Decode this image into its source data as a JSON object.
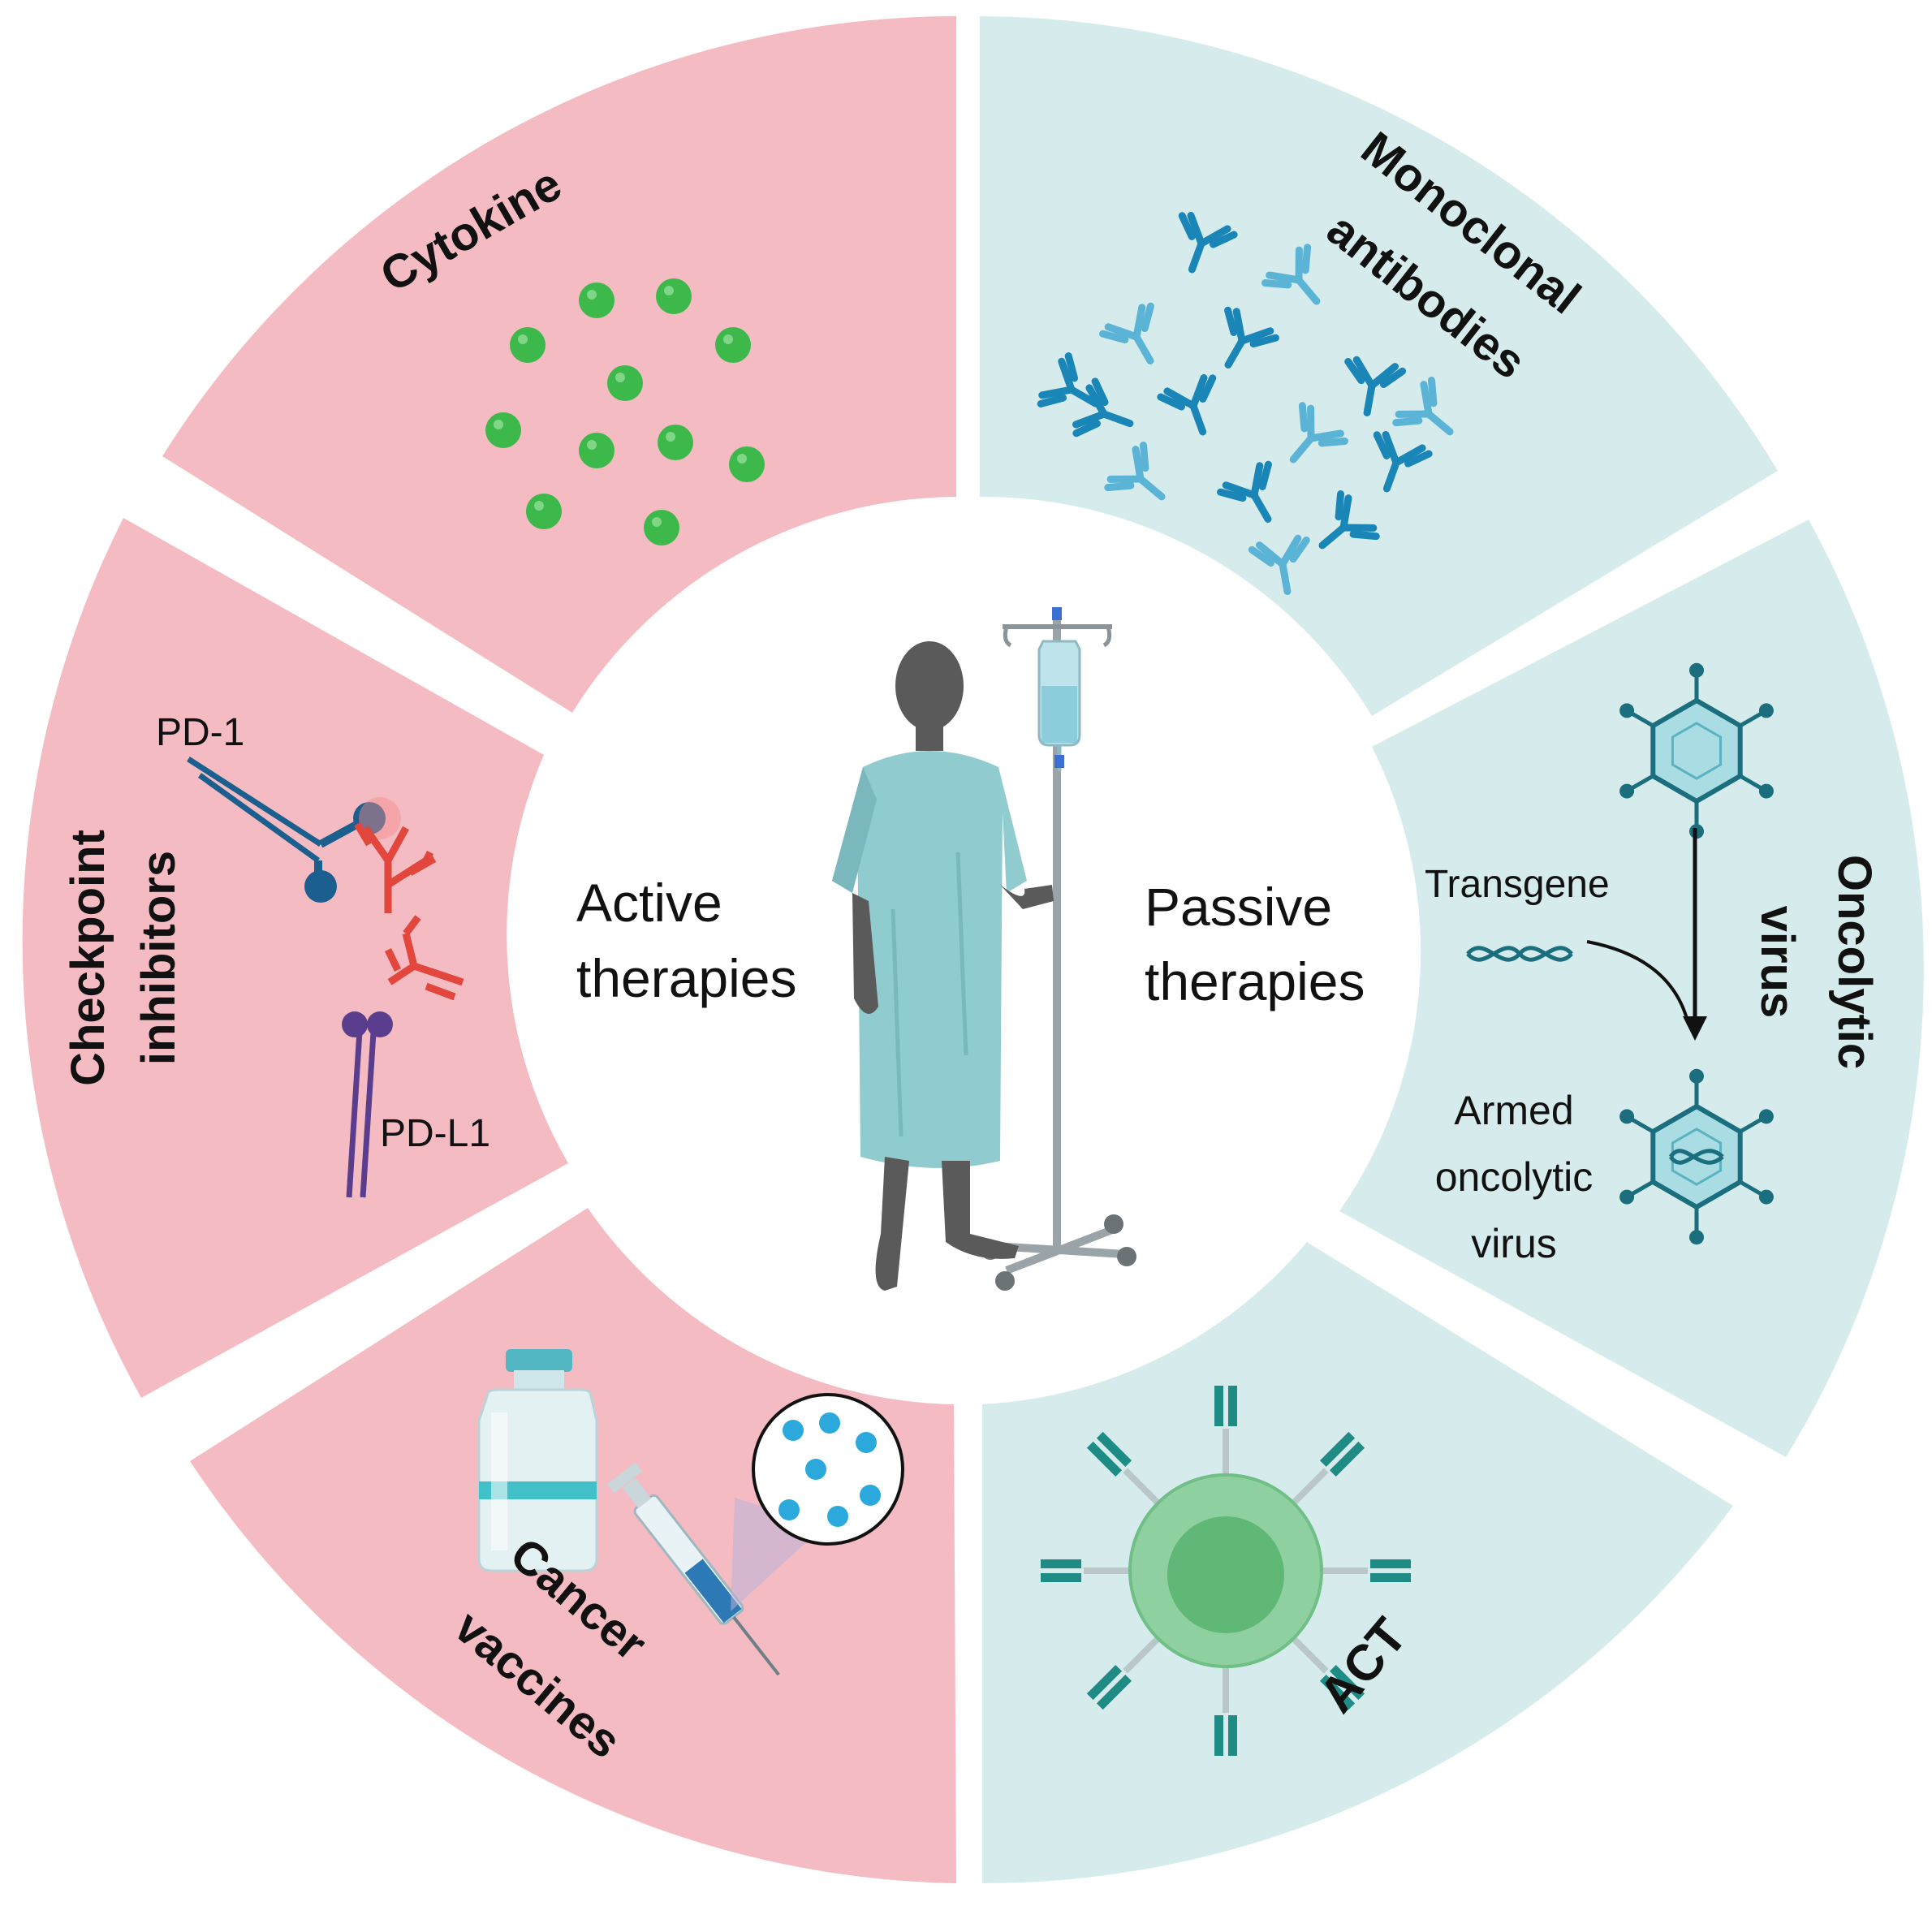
{
  "center": {
    "active_label_line1": "Active",
    "active_label_line2": "therapies",
    "passive_label_line1": "Passive",
    "passive_label_line2": "therapies"
  },
  "active_segments": {
    "cytokine": "Cytokine",
    "checkpoint_line1": "Checkpoint",
    "checkpoint_line2": "inhibitors",
    "pd1": "PD-1",
    "pdl1": "PD-L1",
    "vaccines_line1": "Cancer",
    "vaccines_line2": "vaccines"
  },
  "passive_segments": {
    "mab_line1": "Monoclonal",
    "mab_line2": "antibodies",
    "oncolytic_line1": "Oncolytic",
    "oncolytic_line2": "virus",
    "transgene": "Transgene",
    "armed_line1": "Armed",
    "armed_line2": "oncolytic",
    "armed_line3": "virus",
    "act": "ACT"
  },
  "colors": {
    "active_fill": "#f4bcc2",
    "passive_fill": "#d6ebec",
    "cytokine_green": "#3db84a",
    "antibody_dark": "#1a86b8",
    "antibody_light": "#5bb3d6",
    "pd1_blue": "#1b5f8f",
    "checkpoint_red": "#e2463c",
    "pdl1_purple": "#5a3d8c",
    "virus_teal": "#1a6e7e",
    "virus_fill": "#a9dce3",
    "tcell_green": "#8fd0a0",
    "receptor_teal": "#1e8c84",
    "gown": "#8fcbcf",
    "skin": "#5a5a5a"
  },
  "icons": {
    "patient": "patient-with-iv-drip-icon",
    "vial": "vaccine-vial-icon",
    "syringe": "syringe-icon",
    "tcell": "t-cell-icon",
    "virus": "virus-capsid-icon",
    "dna": "dna-helix-icon"
  }
}
